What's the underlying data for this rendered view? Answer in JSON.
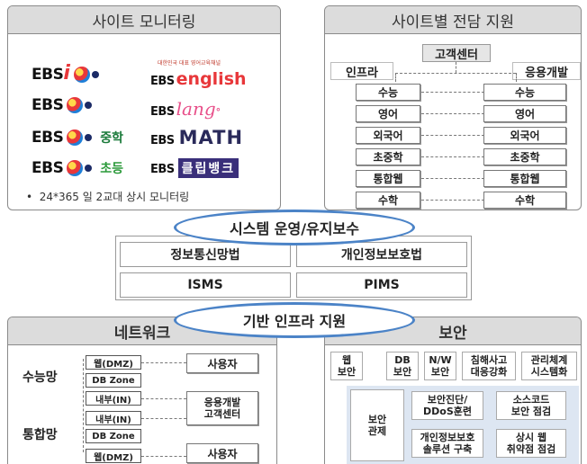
{
  "site_monitoring": {
    "title": "사이트 모니터링",
    "logos": {
      "ebs_i": {
        "brand": "EBS",
        "suffix": "i"
      },
      "ebs": {
        "brand": "EBS"
      },
      "ebs_middle": {
        "brand": "EBS",
        "suffix": "중학"
      },
      "ebs_elementary": {
        "brand": "EBS",
        "suffix": "초등"
      },
      "ebs_english": {
        "brand": "EBS",
        "suffix": "english",
        "small_caption": "대한민국 대표 영어교육채널"
      },
      "ebs_lang": {
        "brand": "EBS",
        "suffix": "lang"
      },
      "ebs_math": {
        "brand": "EBS",
        "suffix": "MATH"
      },
      "ebs_clipbank": {
        "brand": "EBS",
        "suffix": "클립뱅크"
      }
    },
    "note": "24*365 일 2교대 상시 모니터링"
  },
  "dedicated_support": {
    "title": "사이트별 전담 지원",
    "center_label": "고객센터",
    "left_label": "인프라",
    "right_label": "응용개발",
    "rows": [
      "수능",
      "영어",
      "외국어",
      "초중학",
      "통합웹",
      "수학"
    ]
  },
  "operation_banner": "시스템 운영/유지보수",
  "laws": [
    "정보통신망법",
    "개인정보보호법",
    "ISMS",
    "PIMS"
  ],
  "infra_banner": "기반 인프라 지원",
  "network": {
    "title": "네트워크",
    "net_labels": [
      "수능망",
      "통합망"
    ],
    "zones": [
      "웹(DMZ)",
      "DB Zone",
      "내부(IN)",
      "내부(IN)",
      "DB Zone",
      "웹(DMZ)"
    ],
    "targets": [
      "사용자",
      "응용개발\n고객센터",
      "사용자"
    ]
  },
  "security": {
    "title": "보안",
    "top_items": [
      "웹\n보안",
      "DB\n보안",
      "N/W\n보안",
      "침해사고\n대응강화",
      "관리체계\n시스템화"
    ],
    "control": "보안\n관제",
    "grid_items": [
      "보안진단/\nDDoS훈련",
      "소스코드\n보안 점검",
      "개인정보보호\n솔루션 구축",
      "상시 웹\n취약점 점검"
    ]
  }
}
